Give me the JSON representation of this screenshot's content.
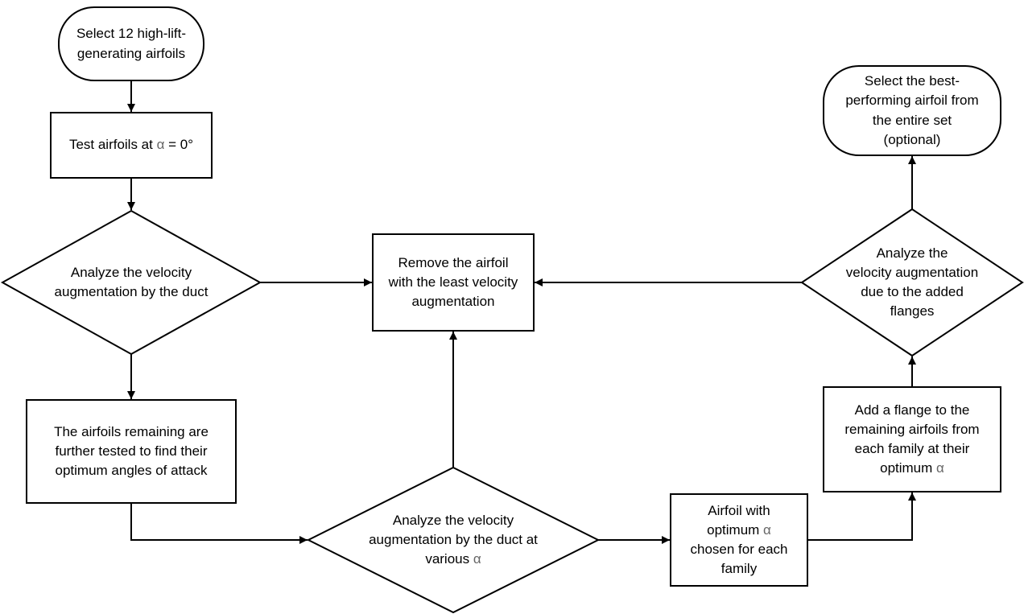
{
  "nodes": {
    "start": {
      "lines": [
        "Select 12 high-lift-",
        "generating airfoils"
      ]
    },
    "test_zero": {
      "text": "Test airfoils at ",
      "alpha": "α",
      "tail": " = 0°"
    },
    "analyze_duct": {
      "lines": [
        "Analyze the velocity",
        "augmentation by the duct"
      ]
    },
    "remove": {
      "lines": [
        "Remove the airfoil",
        "with the least velocity",
        "augmentation"
      ]
    },
    "further_test": {
      "lines": [
        "The airfoils remaining are",
        "further tested to find their",
        "optimum angles of attack"
      ]
    },
    "analyze_various": {
      "line1": "Analyze the velocity",
      "line2": "augmentation by the duct at",
      "line3_text": "various ",
      "alpha": "α"
    },
    "chosen": {
      "line1": "Airfoil with",
      "line2_text": "optimum ",
      "alpha": "α",
      "line3": "chosen for each",
      "line4": "family"
    },
    "add_flange": {
      "line1": "Add a flange to the",
      "line2": "remaining airfoils from",
      "line3": "each family at their",
      "line4_text": "optimum ",
      "alpha": "α"
    },
    "analyze_flanges": {
      "lines": [
        "Analyze the",
        "velocity augmentation",
        "due to the added",
        "flanges"
      ]
    },
    "end": {
      "lines": [
        "Select the best-",
        "performing airfoil from",
        "the entire set",
        "(optional)"
      ]
    }
  },
  "colors": {
    "stroke": "#000000",
    "fill": "#ffffff",
    "alpha_symbol": "#666666"
  }
}
